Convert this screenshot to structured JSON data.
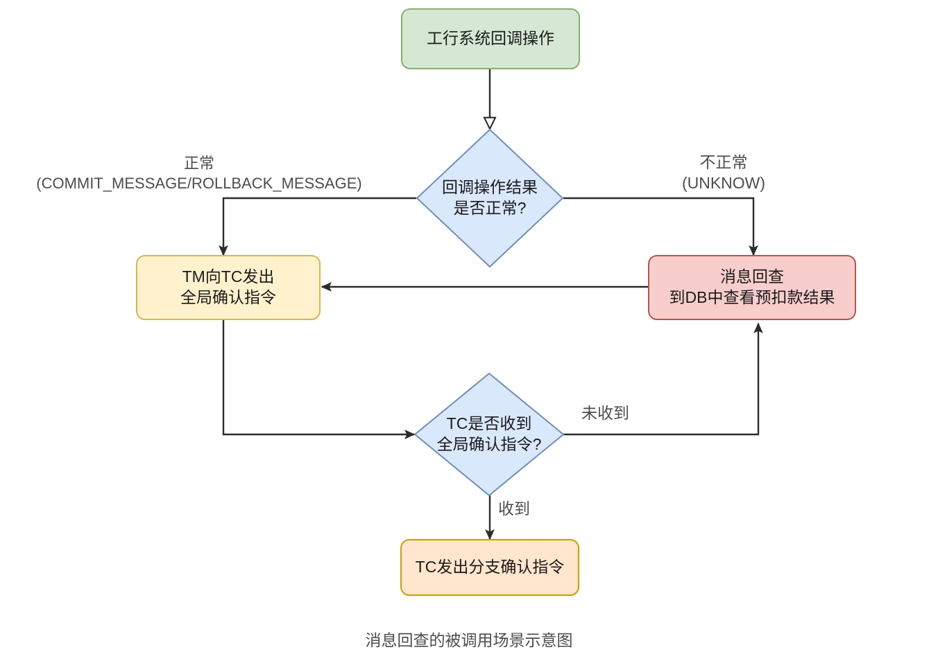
{
  "diagram": {
    "caption": "消息回查的被调用场景示意图",
    "nodes": {
      "start": {
        "label": "工行系统回调操作",
        "fill": "#d5e8d4",
        "stroke": "#82b366"
      },
      "decision_callback": {
        "label": "回调操作结果\n是否正常?",
        "fill": "#dae8fc",
        "stroke": "#6c8ebf"
      },
      "tm_commit": {
        "label": "TM向TC发出\n全局确认指令",
        "fill": "#fff2cc",
        "stroke": "#d6b656"
      },
      "message_check": {
        "label": "消息回查\n到DB中查看预扣款结果",
        "fill": "#f8cecc",
        "stroke": "#b85450"
      },
      "decision_tc": {
        "label": "TC是否收到\n全局确认指令?",
        "fill": "#dae8fc",
        "stroke": "#6c8ebf"
      },
      "tc_branch_commit": {
        "label": "TC发出分支确认指令",
        "fill": "#ffe6cc",
        "stroke": "#d79b00"
      }
    },
    "edge_labels": {
      "normal": "正常\n(COMMIT_MESSAGE/ROLLBACK_MESSAGE)",
      "abnormal": "不正常\n(UNKNOW)",
      "not_received": "未收到",
      "received": "收到"
    }
  }
}
